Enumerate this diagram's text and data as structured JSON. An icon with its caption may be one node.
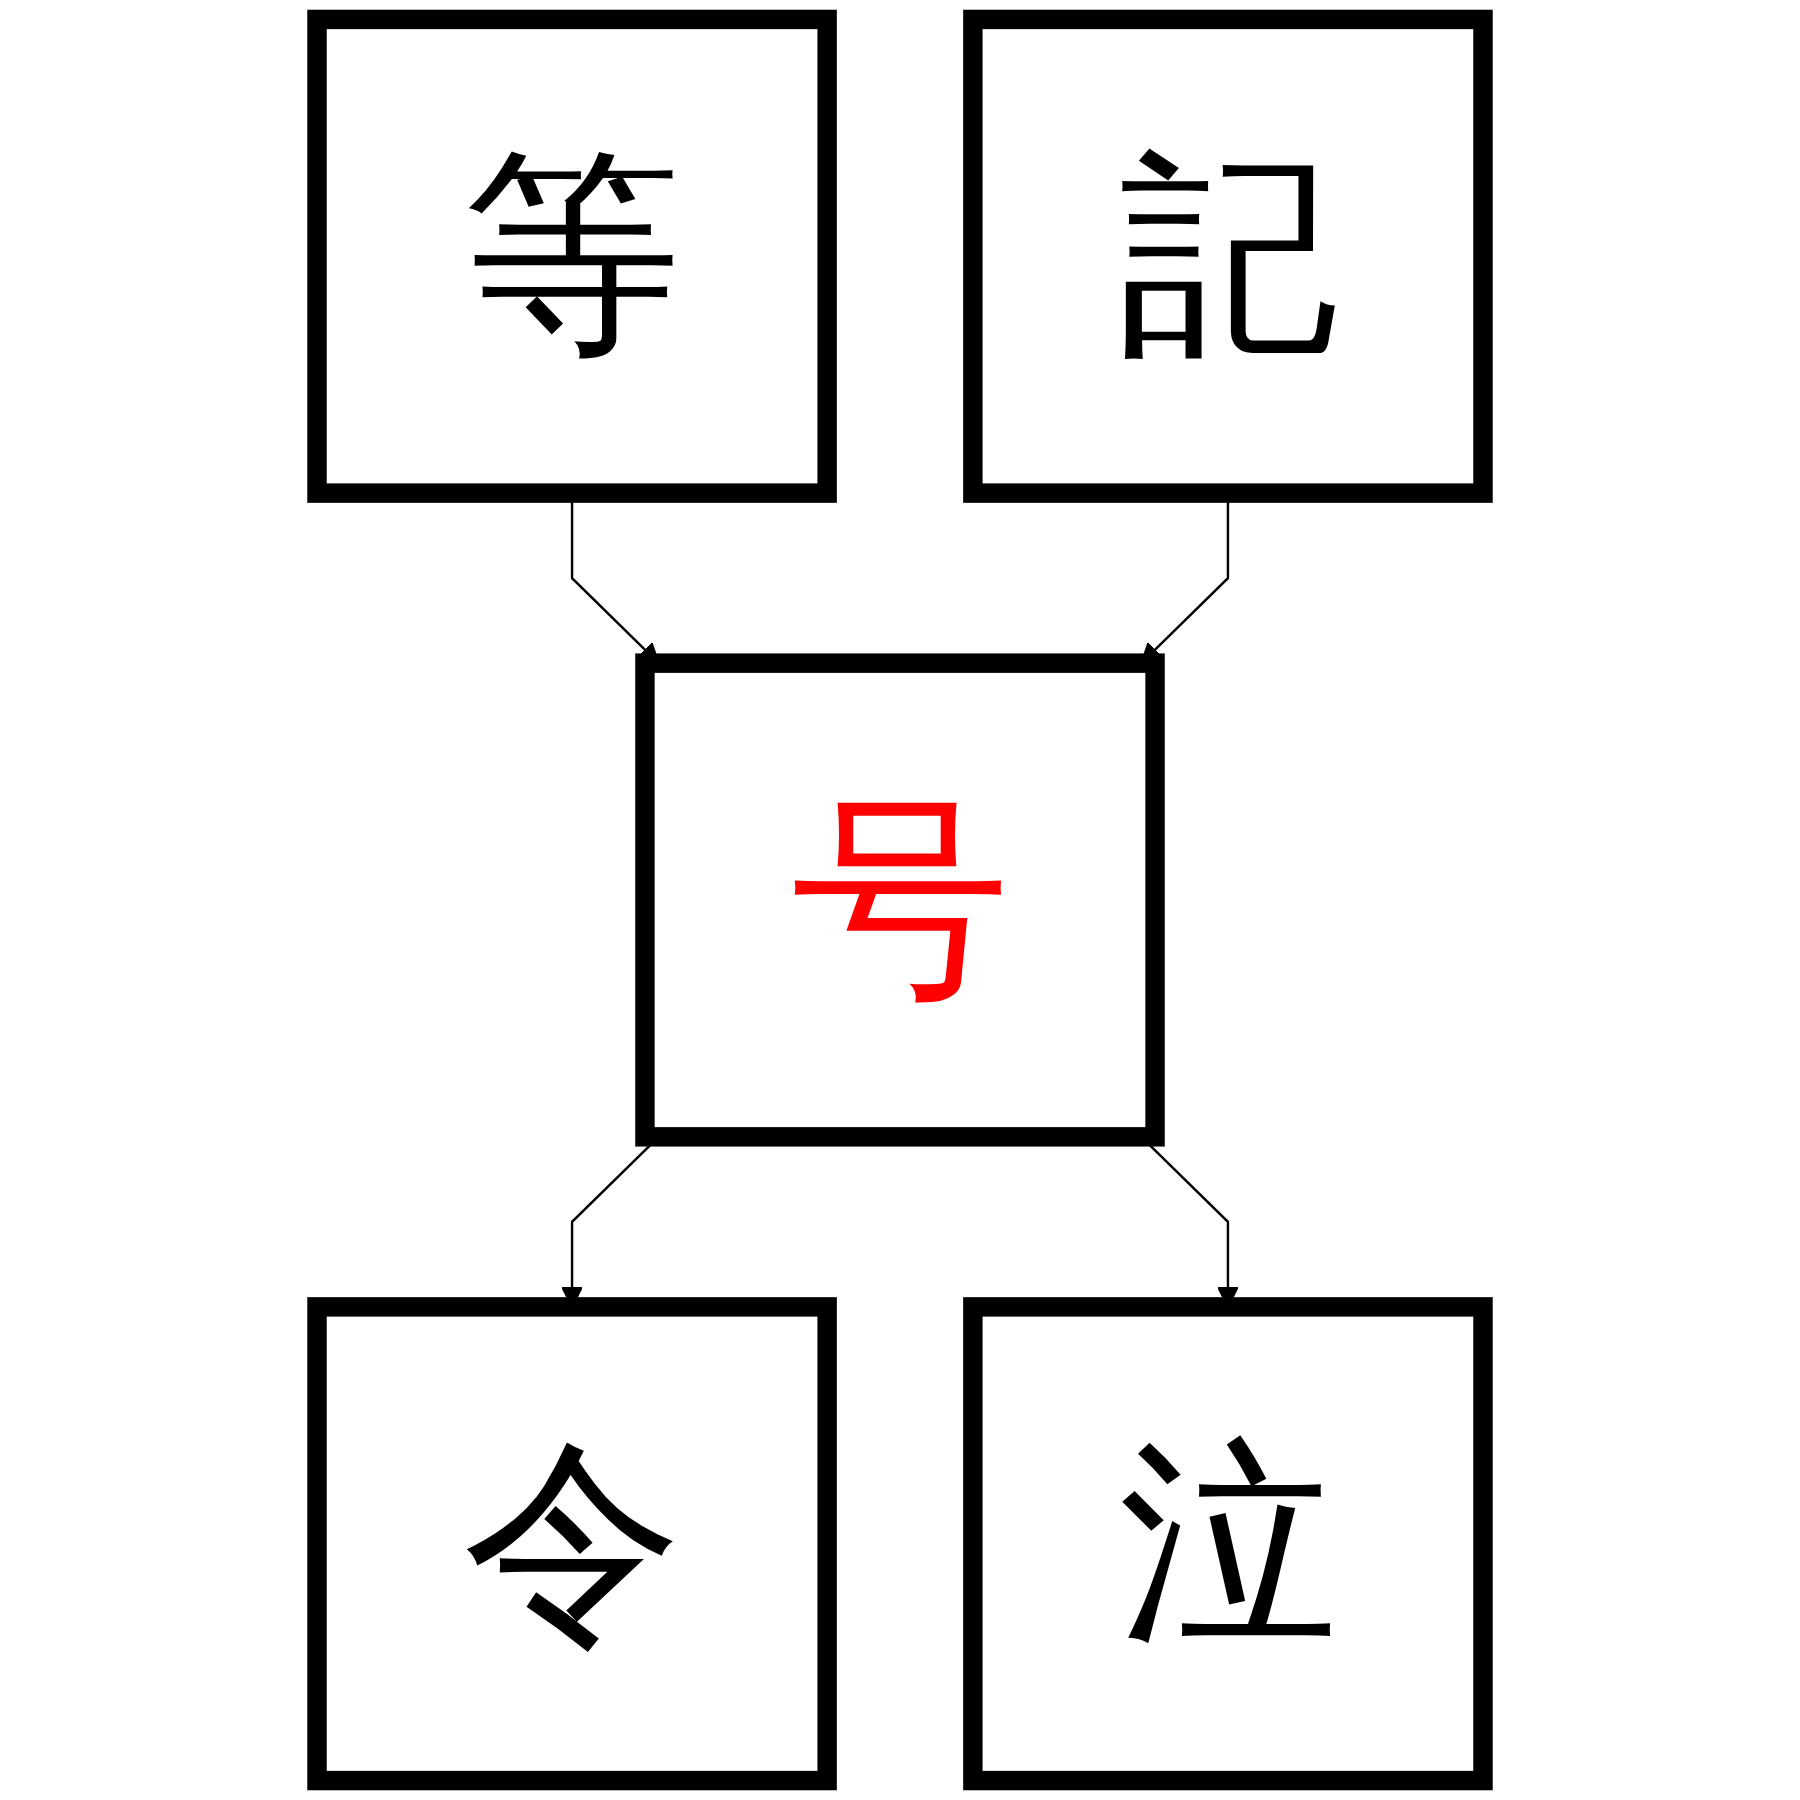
{
  "diagram": {
    "nodes": [
      {
        "text": [
          "等"
        ]
      },
      {
        "text": [
          "記"
        ]
      },
      {
        "text": [
          "号"
        ]
      },
      {
        "text": [
          "令"
        ]
      },
      {
        "text": [
          "泣"
        ]
      }
    ],
    "edges": [
      {
        "from": 0,
        "to": 2,
        "arrow": "to"
      },
      {
        "from": 1,
        "to": 2,
        "arrow": "to"
      },
      {
        "from": 2,
        "to": 3,
        "arrow": "to"
      },
      {
        "from": 2,
        "to": 4,
        "arrow": "to"
      }
    ]
  }
}
